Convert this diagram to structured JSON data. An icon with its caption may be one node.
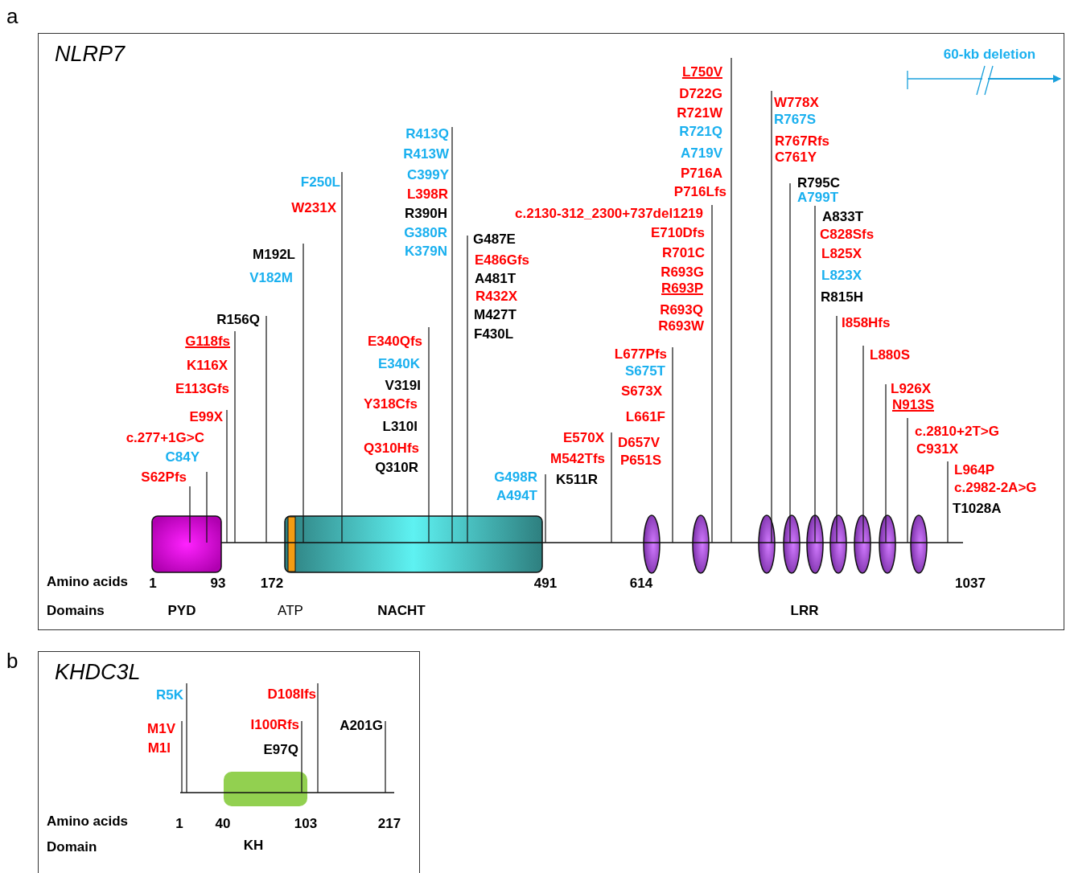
{
  "diagram": {
    "nodes": [
      {
        "text": [
          "NLRP7"
        ]
      },
      {
        "text": [],
        "shape": "box",
        "in": 0
      },
      {
        "text": [],
        "shape": "box",
        "in": 0
      },
      {
        "text": [],
        "shape": "ellipse",
        "in": 0
      },
      {
        "text": [],
        "shape": "ellipse",
        "in": 0
      },
      {
        "text": [],
        "shape": "ellipse",
        "in": 0
      },
      {
        "text": [],
        "shape": "ellipse",
        "in": 0
      },
      {
        "text": [],
        "shape": "ellipse",
        "in": 0
      },
      {
        "text": [],
        "shape": "ellipse",
        "in": 0
      },
      {
        "text": [],
        "shape": "ellipse",
        "in": 0
      },
      {
        "text": [],
        "shape": "ellipse",
        "in": 0
      },
      {
        "text": [],
        "shape": "ellipse",
        "in": 0
      },
      {
        "text": [
          "KHDC3L"
        ]
      },
      {
        "text": [],
        "shape": "box",
        "in": 12
      }
    ],
    "labels": [
      "a",
      "60-kb deletion",
      "L750V",
      "D722G",
      "R721W",
      "R721Q",
      "A719V",
      "P716A",
      "P716Lfs",
      "W778X",
      "R767S",
      "R767Rfs",
      "C761Y",
      "R413Q",
      "R413W",
      "C399Y",
      "L398R",
      "R390H",
      "G380R",
      "K379N",
      "F250L",
      "W231X",
      "R795C",
      "A799T",
      "c.2130-312_2300+737del1219",
      "E710Dfs",
      "R701C",
      "R693G",
      "R693P",
      "R693Q",
      "R693W",
      "A833T",
      "C828Sfs",
      "L825X",
      "L823X",
      "R815H",
      "G487E",
      "E486Gfs",
      "A481T",
      "R432X",
      "M427T",
      "F430L",
      "M192L",
      "V182M",
      "R156Q",
      "I858Hfs",
      "G118fs",
      "K116X",
      "E113Gfs",
      "E99X",
      "c.277+1G>C",
      "C84Y",
      "S62Pfs",
      "E340Qfs",
      "E340K",
      "V319I",
      "Y318Cfs",
      "L310I",
      "Q310Hfs",
      "Q310R",
      "L677Pfs",
      "S675T",
      "S673X",
      "L661F",
      "E570X",
      "M542Tfs",
      "D657V",
      "P651S",
      "G498R",
      "A494T",
      "K511R",
      "L880S",
      "L926X",
      "N913S",
      "c.2810+2T>G",
      "C931X",
      "L964P",
      "c.2982-2A>G",
      "T1028A",
      "Amino acids",
      "1",
      "93",
      "172",
      "491",
      "614",
      "1037",
      "Domains",
      "PYD",
      "ATP",
      "NACHT",
      "LRR",
      "b",
      "R5K",
      "D108Ifs",
      "M1V",
      "I100Rfs",
      "A201G",
      "M1I",
      "E97Q",
      "Amino acids",
      "1",
      "40",
      "103",
      "217",
      "Domain",
      "KH"
    ]
  }
}
